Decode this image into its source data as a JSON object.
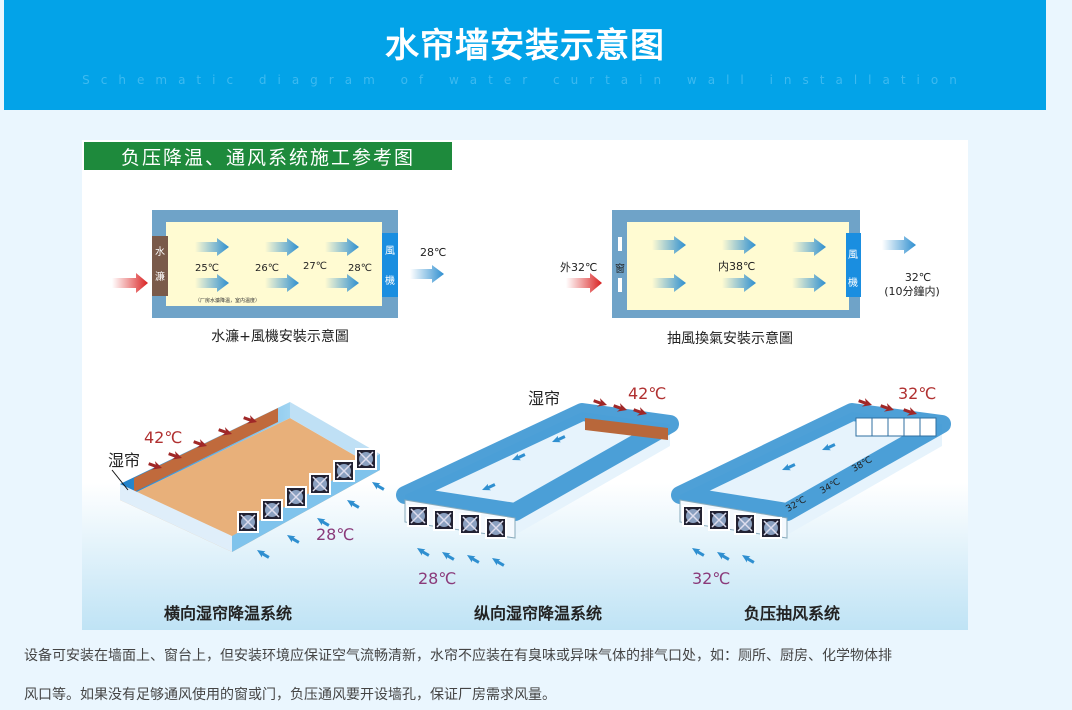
{
  "header": {
    "title": "水帘墙安装示意图",
    "subtitle": "Schematic diagram of water curtain wall installation"
  },
  "diagram": {
    "banner": "负压降温、通风系统施工参考图",
    "box1": {
      "curtain_chars": [
        "水",
        "濂"
      ],
      "fan_chars": [
        "風",
        "機"
      ],
      "temps": [
        "25℃",
        "26℃",
        "27℃",
        "28℃"
      ],
      "outside_temp": "28℃",
      "note": "（厂房水濂降温，室内温度）",
      "caption": "水濂+風機安裝示意圖"
    },
    "box2": {
      "outside_temp": "外32℃",
      "window": "窗",
      "inside_temp": "内38℃",
      "fan_chars": [
        "風",
        "機"
      ],
      "exit_temp": "32℃",
      "exit_note": "(10分鐘内)",
      "caption": "抽風換氣安裝示意圖"
    },
    "system1": {
      "pad_label": "湿帘",
      "in_temp": "42℃",
      "out_temp": "28℃",
      "caption": "横向湿帘降温系统"
    },
    "system2": {
      "pad_label": "湿帘",
      "in_temp": "42℃",
      "out_temp": "28℃",
      "caption": "纵向湿帘降温系统"
    },
    "system3": {
      "in_temp": "32℃",
      "out_temp": "32℃",
      "inner_temps": [
        "32℃",
        "34℃",
        "38℃"
      ],
      "caption": "负压抽风系统"
    }
  },
  "description": [
    "设备可安装在墙面上、窗台上，但安装环境应保证空气流畅清新，水帘不应装在有臭味或异味气体的排气口处，如：厕所、厨房、化学物体排",
    "风口等。如果没有足够通风使用的窗或门，负压通风要开设墙孔，保证厂房需求风量。"
  ],
  "colors": {
    "header": "#03a3e8",
    "banner": "#1e8a3c",
    "hot": "#b03030",
    "cool": "#2f8fd0"
  }
}
